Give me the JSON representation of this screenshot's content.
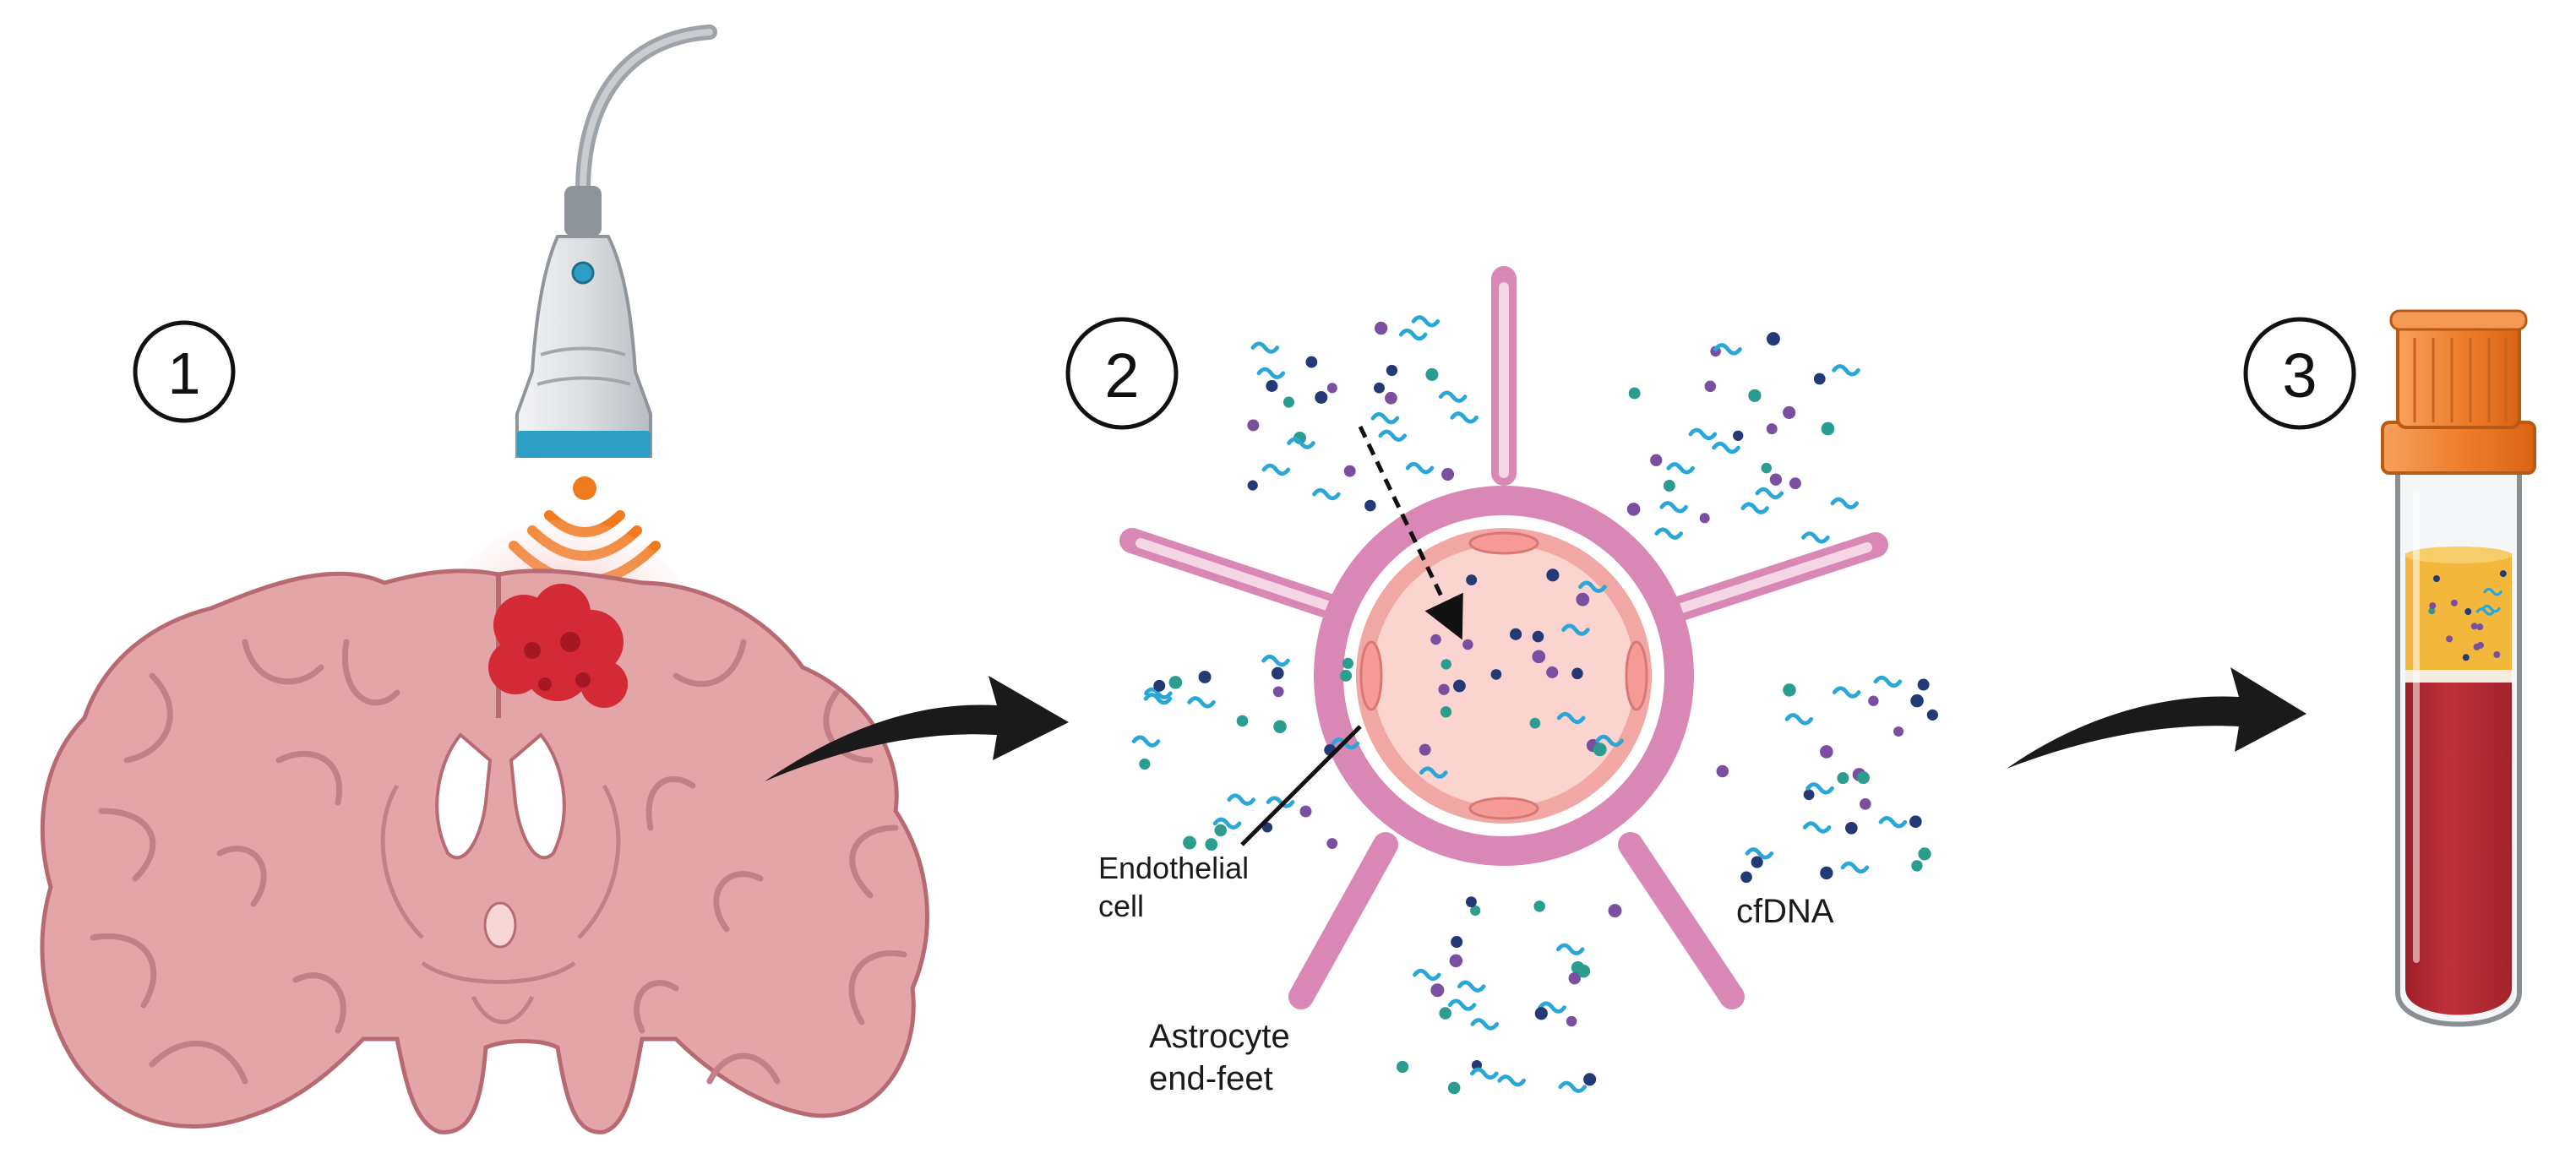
{
  "steps": [
    {
      "number": "1"
    },
    {
      "number": "2"
    },
    {
      "number": "3"
    }
  ],
  "labels": {
    "endothelial_line1": "Endothelial",
    "endothelial_line2": "cell",
    "astrocyte_line1": "Astrocyte",
    "astrocyte_line2": "end-feet",
    "cfdna": "cfDNA"
  },
  "colors": {
    "brain": "#e4a5a9",
    "brain_outline": "#b86a72",
    "tumor": "#d42a35",
    "halo": "#f3b8b8",
    "waves": "#f07a1c",
    "probe_body": "#d8dadd",
    "probe_tip": "#2e9fc4",
    "vessel_wall": "#d987b5",
    "vessel_lumen": "#f9c9c4",
    "endothelium": "#f1a7a3",
    "cfdna_strand": "#2aa7d8",
    "dot_navy": "#243a77",
    "dot_teal": "#2a9d8f",
    "dot_purple": "#7a4fa0",
    "tube_cap": "#ef7f2d",
    "plasma": "#f2b73b",
    "blood": "#b32a31",
    "arrow": "#1a1a1a"
  },
  "icons": [
    "ultrasound-probe-icon",
    "ultrasound-wave-icon",
    "brain-coronal-section-icon",
    "tumor-icon",
    "blood-vessel-cross-section-icon",
    "blood-collection-tube-icon",
    "curved-arrow-icon"
  ]
}
